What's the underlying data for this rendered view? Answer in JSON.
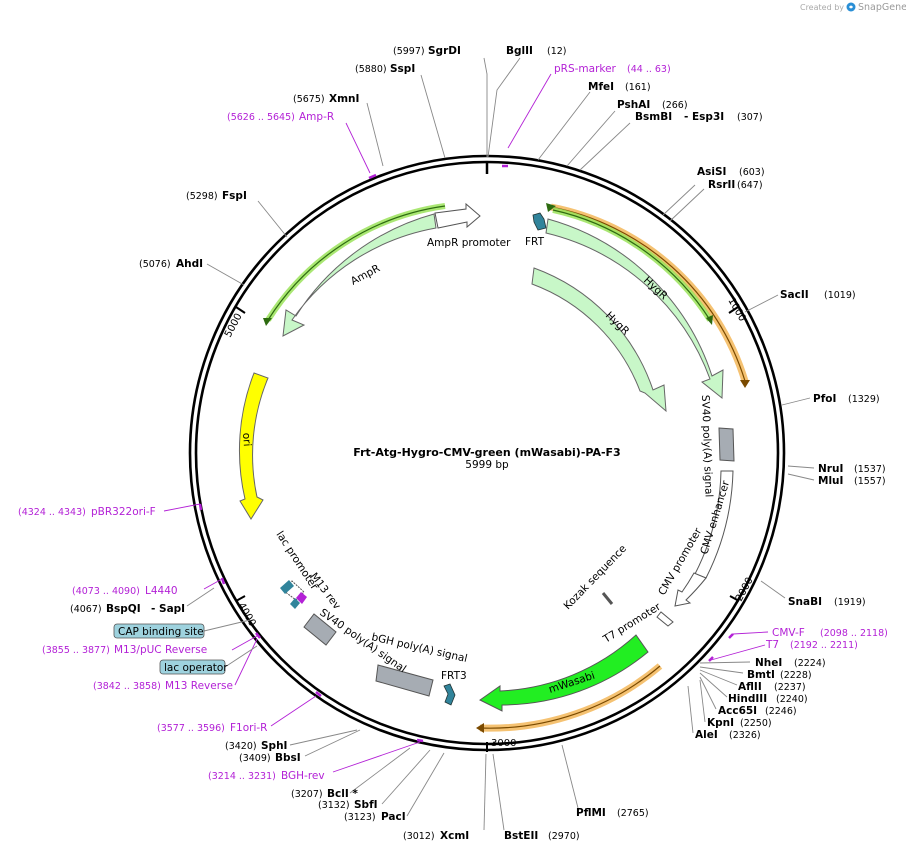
{
  "credit": {
    "prefix": "Created by",
    "brand": "SnapGene"
  },
  "plasmid": {
    "name": "Frt-Atg-Hygro-CMV-green (mWasabi)-PA-F3",
    "size_label": "5999 bp"
  },
  "ticks": [
    "1000",
    "2000",
    "3000",
    "4000",
    "5000"
  ],
  "sites": [
    {
      "name": "SgrDI",
      "pos": "(5997)"
    },
    {
      "name": "BglII",
      "pos": "(12)"
    },
    {
      "name": "SspI",
      "pos": "(5880)"
    },
    {
      "name": "MfeI",
      "pos": "(161)"
    },
    {
      "name": "XmnI",
      "pos": "(5675)"
    },
    {
      "name": "PshAI",
      "pos": "(266)"
    },
    {
      "name": "BsmBI",
      "pos": "(307)",
      "extra": "- Esp3I"
    },
    {
      "name": "AsiSI",
      "pos": "(603)"
    },
    {
      "name": "RsrII",
      "pos": "(647)"
    },
    {
      "name": "FspI",
      "pos": "(5298)"
    },
    {
      "name": "AhdI",
      "pos": "(5076)"
    },
    {
      "name": "SacII",
      "pos": "(1019)"
    },
    {
      "name": "PfoI",
      "pos": "(1329)"
    },
    {
      "name": "NruI",
      "pos": "(1537)"
    },
    {
      "name": "MluI",
      "pos": "(1557)"
    },
    {
      "name": "SnaBI",
      "pos": "(1919)"
    },
    {
      "name": "BspQI",
      "pos": "(4067)",
      "extra": "- SapI"
    },
    {
      "name": "NheI",
      "pos": "(2224)"
    },
    {
      "name": "BmtI",
      "pos": "(2228)"
    },
    {
      "name": "AflII",
      "pos": "(2237)"
    },
    {
      "name": "HindIII",
      "pos": "(2240)"
    },
    {
      "name": "Acc65I",
      "pos": "(2246)"
    },
    {
      "name": "KpnI",
      "pos": "(2250)"
    },
    {
      "name": "AleI",
      "pos": "(2326)"
    },
    {
      "name": "SphI",
      "pos": "(3420)"
    },
    {
      "name": "BbsI",
      "pos": "(3409)"
    },
    {
      "name": "BclI *",
      "pos": "(3207)"
    },
    {
      "name": "SbfI",
      "pos": "(3132)"
    },
    {
      "name": "PacI",
      "pos": "(3123)"
    },
    {
      "name": "XcmI",
      "pos": "(3012)"
    },
    {
      "name": "BstEII",
      "pos": "(2970)"
    },
    {
      "name": "PflMI",
      "pos": "(2765)"
    }
  ],
  "primers": [
    {
      "name": "pRS-marker",
      "pos": "(44 .. 63)"
    },
    {
      "name": "Amp-R",
      "pos": "(5626 .. 5645)"
    },
    {
      "name": "pBR322ori-F",
      "pos": "(4324 .. 4343)"
    },
    {
      "name": "L4440",
      "pos": "(4073 .. 4090)"
    },
    {
      "name": "M13/pUC Reverse",
      "pos": "(3855 .. 3877)"
    },
    {
      "name": "M13 Reverse",
      "pos": "(3842 .. 3858)"
    },
    {
      "name": "F1ori-R",
      "pos": "(3577 .. 3596)"
    },
    {
      "name": "BGH-rev",
      "pos": "(3214 .. 3231)"
    },
    {
      "name": "CMV-F",
      "pos": "(2098 .. 2118)"
    },
    {
      "name": "T7",
      "pos": "(2192 .. 2211)"
    }
  ],
  "boxes": [
    "CAP binding site",
    "lac operator"
  ],
  "features": {
    "ampr_promoter": "AmpR promoter",
    "ampr": "AmpR",
    "frt": "FRT",
    "hygr_outer": "HygR",
    "hygr_inner": "HygR",
    "ori": "ori",
    "sv40_top": "SV40 poly(A) signal",
    "cmv_enhancer": "CMV enhancer",
    "cmv_promoter": "CMV promoter",
    "kozak": "Kozak sequence",
    "t7_promoter": "T7 promoter",
    "mwasabi": "mWasabi",
    "bgh": "bGH poly(A) signal",
    "frt3": "FRT3",
    "sv40_bottom": "SV40 poly(A) signal",
    "lac_promoter": "lac promoter",
    "m13_rev": "M13 rev"
  },
  "colors": {
    "backbone": "#000000",
    "feature_fill": "#c8f7c8",
    "ori": "#ffff00",
    "mwasabi": "#22ee22",
    "polya": "#a6acb3",
    "frt": "#31849b",
    "primer": "#b321d6",
    "box_fill": "#9ed2de",
    "orange_glow": "#f3b34f",
    "green_glow": "#9be35a",
    "snapgene": "#2a8fd6"
  }
}
